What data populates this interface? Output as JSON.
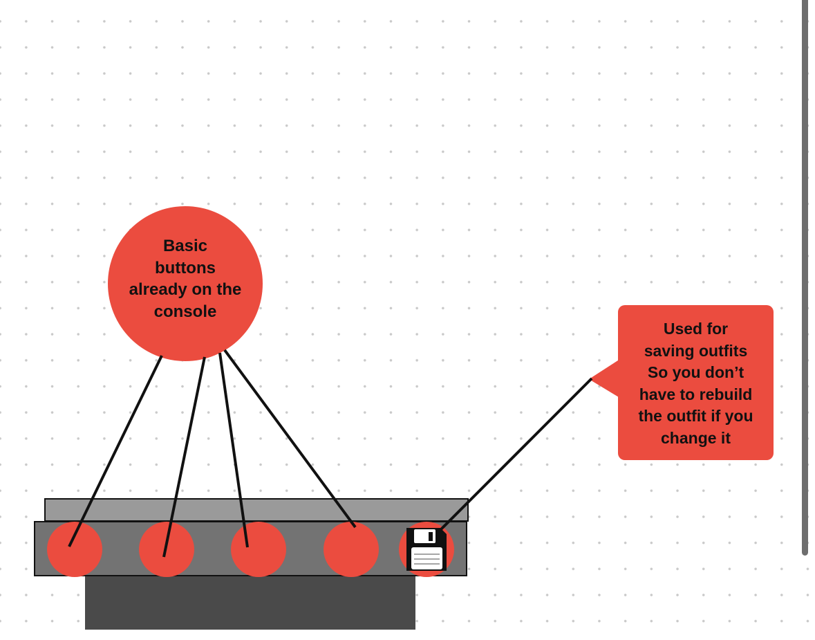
{
  "bubble": {
    "lines": [
      "Basic",
      "buttons",
      "already on the",
      "console"
    ]
  },
  "callout": {
    "lines": [
      "Used for",
      "saving outfits",
      "So you don’t",
      "have to rebuild",
      "the outfit if you",
      "change it"
    ]
  },
  "console": {
    "buttons": [
      {
        "name": "console-button-1",
        "icon": null
      },
      {
        "name": "console-button-2",
        "icon": null
      },
      {
        "name": "console-button-3",
        "icon": null
      },
      {
        "name": "console-button-4",
        "icon": null
      },
      {
        "name": "save-outfit-button",
        "icon": "floppy-disk-icon"
      }
    ]
  },
  "colors": {
    "accent_red": "#eb4c3f",
    "console_top": "#9a9a9a",
    "console_body": "#737373",
    "console_base": "#4a4a4a",
    "line": "#111111"
  }
}
